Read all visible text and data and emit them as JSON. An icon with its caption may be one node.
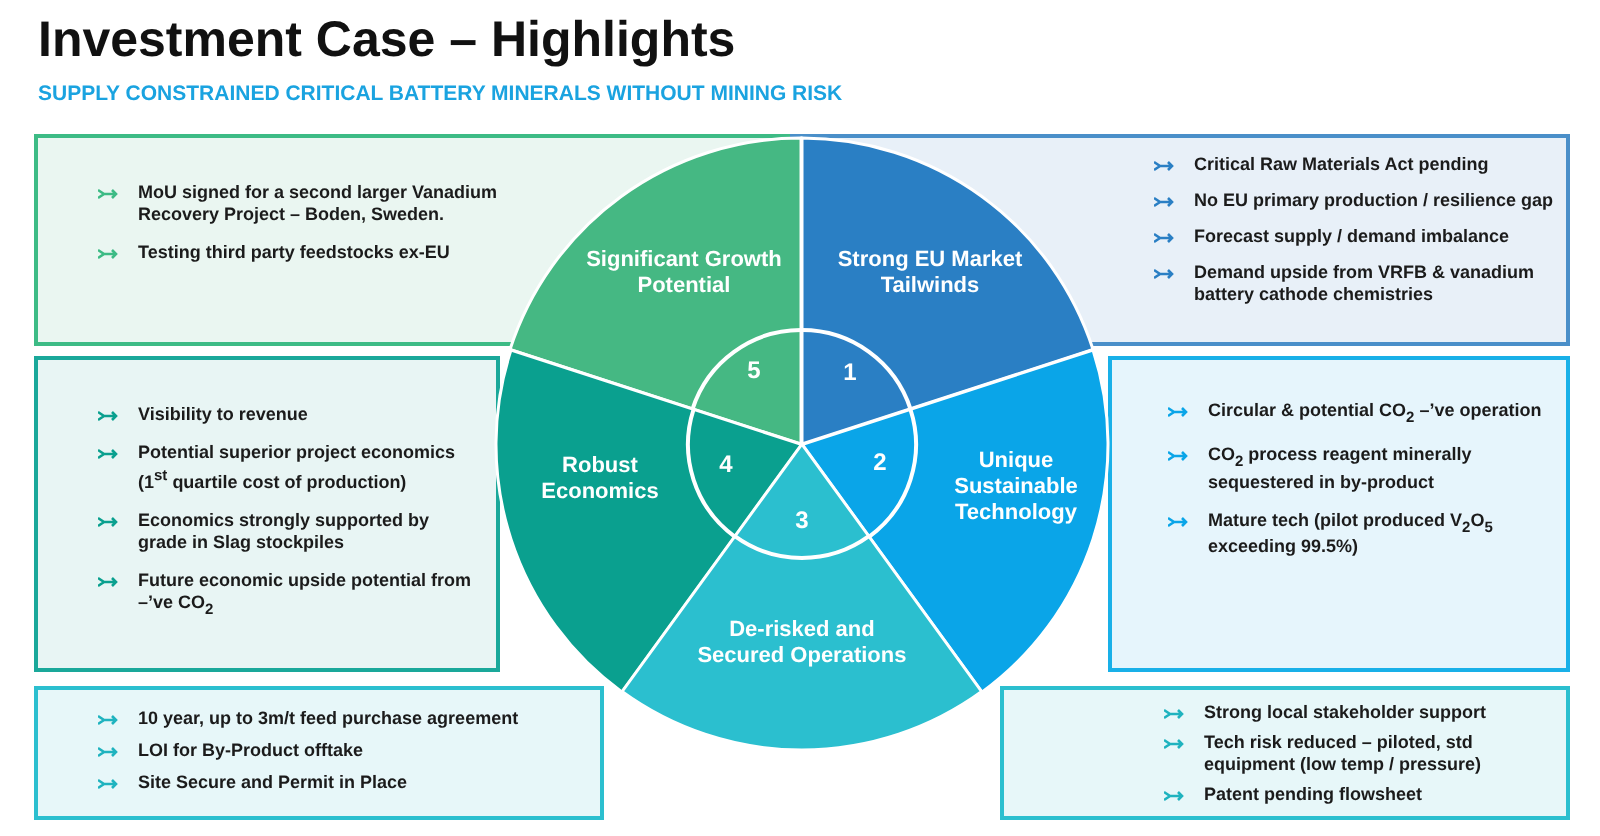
{
  "diagram": {
    "title": "Investment Case – Highlights",
    "nodes": [
      {
        "text": [
          "MoU signed for a second larger Vanadium Recovery Project – Boden, Sweden.",
          "Testing third party feedstocks ex-EU"
        ]
      },
      {
        "text": [
          "Critical Raw Materials Act pending",
          "No EU primary production / resilience gap",
          "Forecast supply / demand imbalance",
          "Demand upside from VRFB & vanadium battery cathode chemistries"
        ]
      },
      {
        "text": [
          "Significant Growth Potential",
          "5"
        ]
      },
      {
        "text": [
          "Strong EU Market Tailwinds",
          "1"
        ]
      },
      {
        "text": [
          "Visibility to revenue",
          "Potential superior project economics (1$^{st}$ quartile cost of production)",
          "Economics strongly supported by grade in Slag stockpiles",
          "Future economic upside potential from –’ve CO$_{2}$"
        ]
      },
      {
        "text": [
          "Robust Economics",
          "4"
        ]
      },
      {
        "text": [
          "2",
          "Unique Sustainable Technology"
        ]
      },
      {
        "text": [
          "Circular & potential CO$_{2}$ –’ve operation",
          "CO$_{2}$ process reagent minerally sequestered in by-product",
          "Mature tech (pilot produced V$_{2}$O$_{5}$ exceeding 99.5%)"
        ]
      },
      {
        "text": [
          "3",
          "De-risked and Secured Operations"
        ]
      },
      {
        "text": [
          "10 year, up to 3m/t feed purchase agreement",
          "LOI for By-Product offtake",
          "Site Secure and Permit in Place"
        ]
      },
      {
        "text": [
          "Strong local stakeholder support",
          "Tech risk reduced – piloted, std equipment (low temp / pressure)",
          "Patent pending flowsheet"
        ]
      }
    ],
    "labels": [
      "SUPPLY CONSTRAINED CRITICAL BATTERY MINERALS WITHOUT MINING RISK"
    ]
  }
}
